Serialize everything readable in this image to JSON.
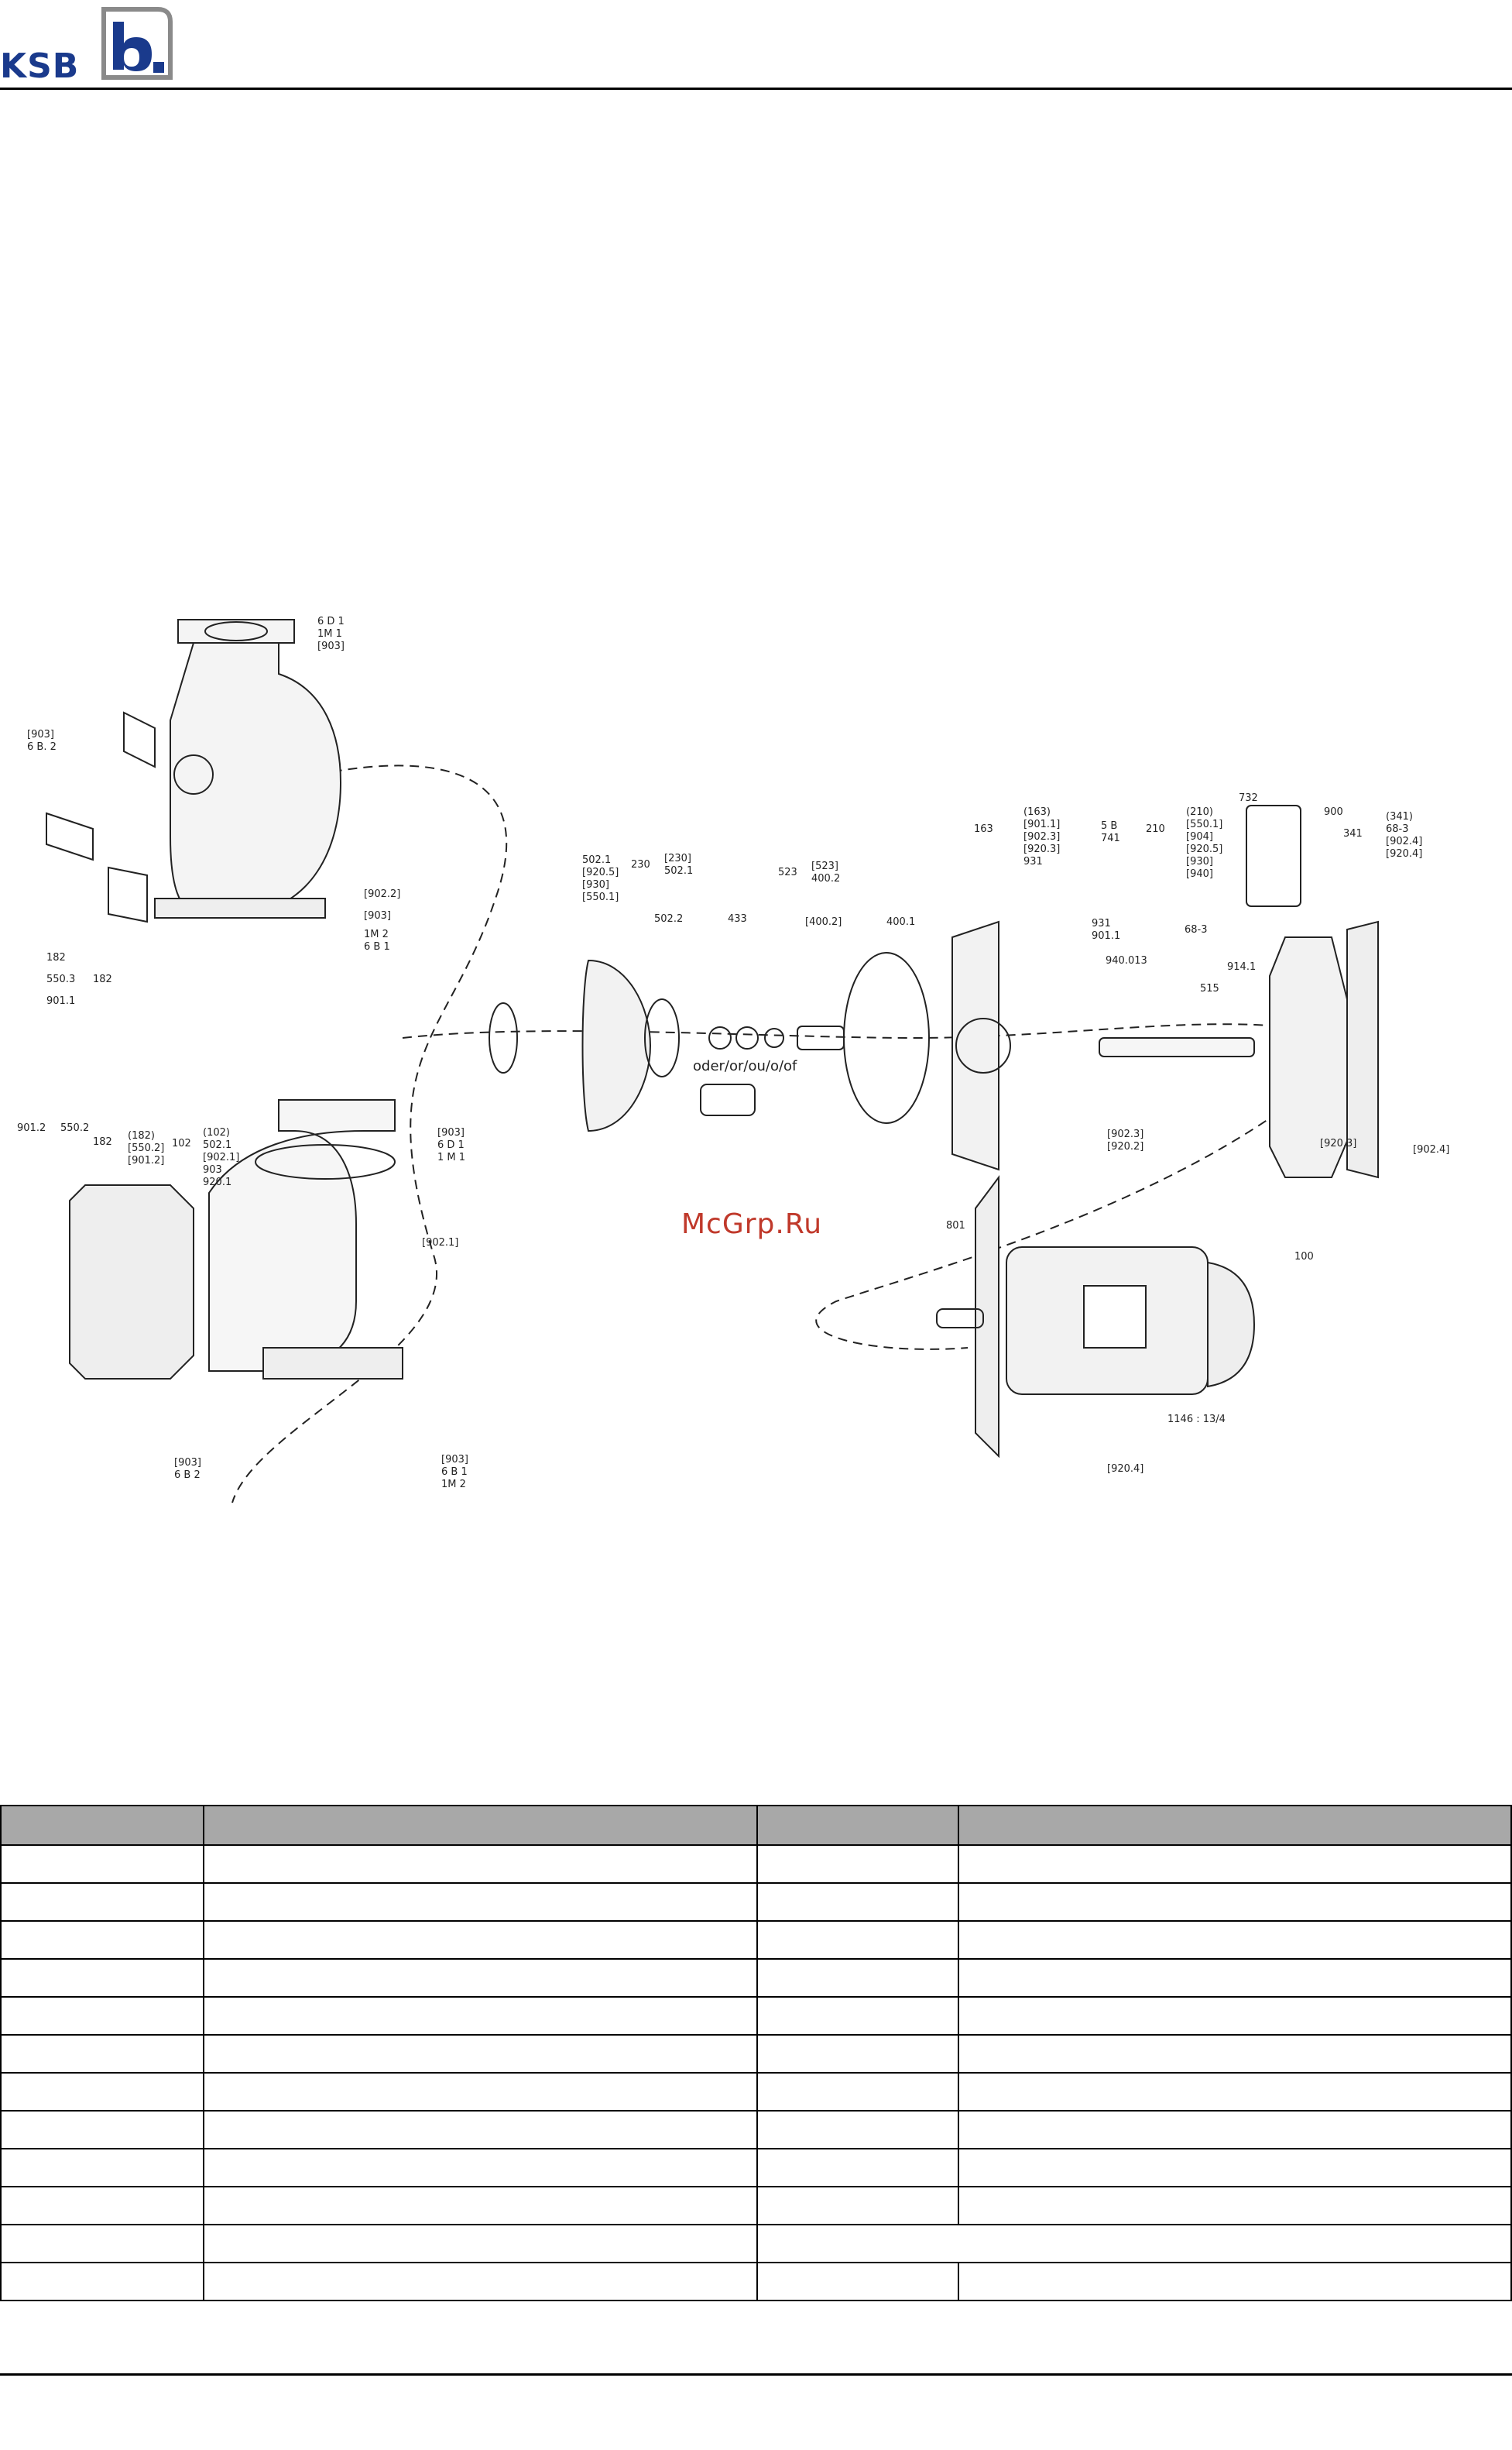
{
  "header": {
    "logo_text": "KSB"
  },
  "watermark": "McGrp.Ru",
  "drawing": {
    "labels": {
      "l6d1": "6 D 1",
      "l1m1": "1M 1",
      "l903a": "[903]",
      "l903b": "[903]",
      "l6b2": "6 B. 2",
      "l9022": "[902.2]",
      "l903c": "[903]",
      "l1m2": "1M 2",
      "l6b1": "6 B 1",
      "l182": "182",
      "l5503": "550.3",
      "l182b": "182",
      "l9011": "901.1",
      "l9012": "901.2",
      "l5502": "550.2",
      "l182c": "182",
      "l182d": "(182)",
      "l5502b": "[550.2]",
      "l9012b": "[901.2]",
      "l102": "102",
      "l102b": "(102)",
      "l5021": "502.1",
      "l9021": "[902.1]",
      "l903d": "903",
      "l9201": "920.1",
      "l903e": "[903]",
      "l6d1b": "6 D 1",
      "l1m1b": "1 M 1",
      "l9021b": "[902.1]",
      "l903f": "[903]",
      "l6b2b": "6 B 2",
      "l903g": "[903]",
      "l6b1b": "6 B 1",
      "l1m2b": "1M 2",
      "l5021b": "502.1",
      "l9205": "[920.5]",
      "l930": "[930]",
      "l5501": "[550.1]",
      "l230": "230",
      "l230b": "[230]",
      "l5021c": "502.1",
      "l5022": "502.2",
      "l433": "433",
      "l523": "523",
      "l523b": "[523]",
      "l4002": "400.2",
      "l4002b": "[400.2]",
      "l4001": "400.1",
      "oder": "oder/or/ou/o/of",
      "l163": "163",
      "l163b": "(163)",
      "l9011b": "[901.1]",
      "l9023": "[902.3]",
      "l9203": "[920.3]",
      "l931": "931",
      "l5b": "5 B",
      "l741": "741",
      "l931b": "931",
      "l9011c": "901.1",
      "l940": "940.013",
      "l9023b": "[902.3]",
      "l9202": "[920.2]",
      "l210": "210",
      "l210b": "(210)",
      "l5501b": "[550.1]",
      "l904": "[904]",
      "l9205b": "[920.5]",
      "l930b": "[930]",
      "l940b": "[940]",
      "l732": "732",
      "l683": "68-3",
      "l515": "515",
      "l9141": "914.1",
      "l900": "900",
      "l341": "341",
      "l341b": "(341)",
      "l683b": "68-3",
      "l9024": "[902.4]",
      "l9204": "[920.4]",
      "l9203b": "[920.3]",
      "l9024b": "[902.4]",
      "l801": "801",
      "l100": "100",
      "l1146": "1146 : 13/4",
      "l9204b": "[920.4]"
    }
  },
  "table": {
    "header_color": "#a8a8a8",
    "rows": [
      [
        "",
        "",
        "",
        ""
      ],
      [
        "",
        "",
        "",
        ""
      ],
      [
        "",
        "",
        "",
        ""
      ],
      [
        "",
        "",
        "",
        ""
      ],
      [
        "",
        "",
        "",
        ""
      ],
      [
        "",
        "",
        "",
        ""
      ],
      [
        "",
        "",
        "",
        ""
      ],
      [
        "",
        "",
        "",
        ""
      ],
      [
        "",
        "",
        "",
        ""
      ],
      [
        "",
        "",
        "",
        ""
      ]
    ],
    "merged_row": [
      "",
      "",
      ""
    ],
    "last_row": [
      "",
      "",
      "",
      ""
    ]
  }
}
